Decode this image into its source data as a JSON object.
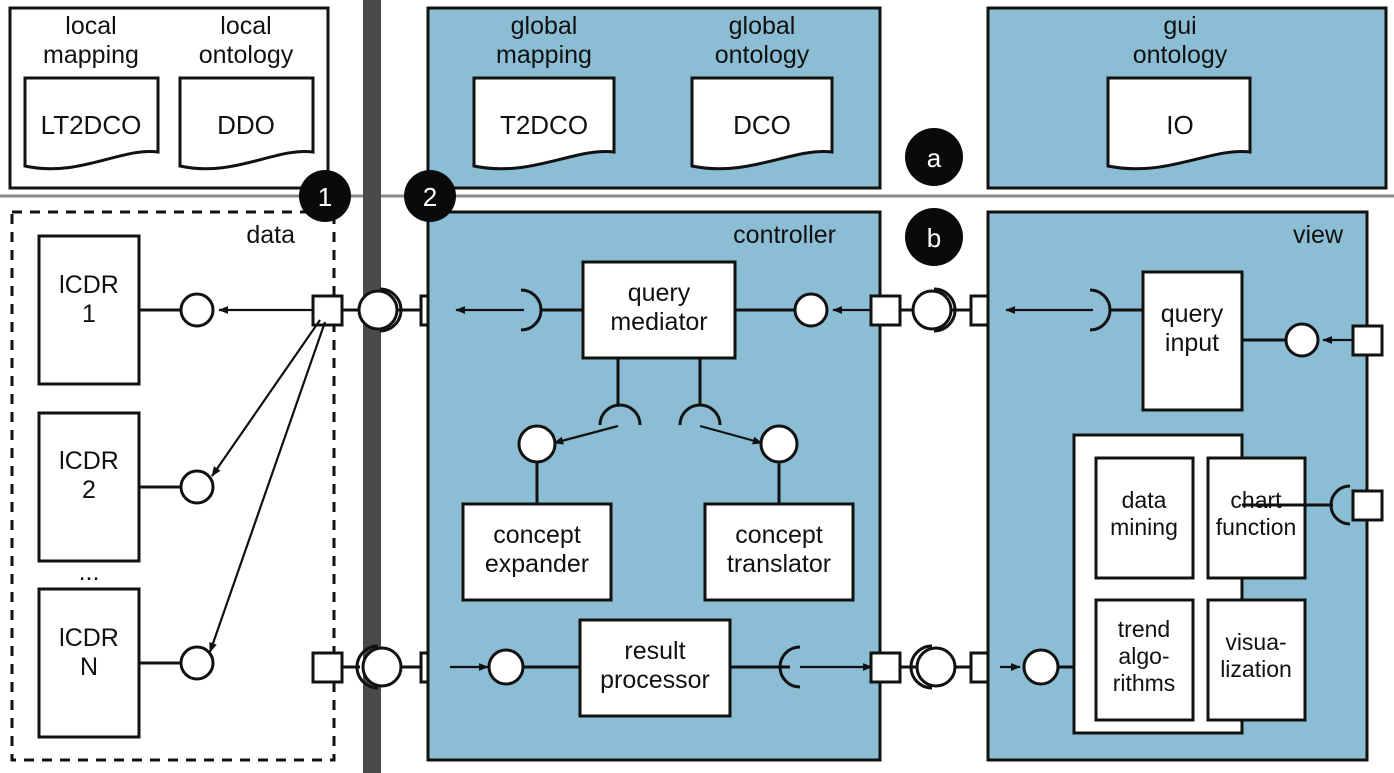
{
  "meta": {
    "title": "Ontology-based MVC system architecture diagram",
    "colors": {
      "panel_blue": "#8BBDD4",
      "spine_gray": "#4A4A4A",
      "divider_gray": "#888888",
      "stroke_black": "#111111",
      "box_white": "#FFFFFF",
      "badge_black": "#0A0A0A"
    }
  },
  "layer_badges": [
    {
      "label": "a",
      "name": "layer-badge-a"
    },
    {
      "label": "b",
      "name": "layer-badge-b"
    }
  ],
  "spine_badges": [
    {
      "label": "1",
      "name": "spine-badge-1"
    },
    {
      "label": "2",
      "name": "spine-badge-2"
    }
  ],
  "top_row": {
    "local_group": {
      "name": "local-group",
      "columns": [
        {
          "title_line1": "local",
          "title_line2": "mapping",
          "doc": "LT2DCO"
        },
        {
          "title_line1": "local",
          "title_line2": "ontology",
          "doc": "DDO"
        }
      ]
    },
    "global_group": {
      "name": "global-group",
      "columns": [
        {
          "title_line1": "global",
          "title_line2": "mapping",
          "doc": "T2DCO"
        },
        {
          "title_line1": "global",
          "title_line2": "ontology",
          "doc": "DCO"
        }
      ]
    },
    "gui_group": {
      "name": "gui-group",
      "columns": [
        {
          "title_line1": "gui",
          "title_line2": "ontology",
          "doc": "IO"
        }
      ]
    }
  },
  "bottom_row": {
    "data_panel": {
      "label": "data",
      "components": [
        {
          "line1": "lCDR",
          "line2": "1"
        },
        {
          "line1": "lCDR",
          "line2": "2"
        },
        {
          "line1": "lCDR",
          "line2": "N"
        }
      ],
      "ellipsis": "..."
    },
    "controller_panel": {
      "label": "controller",
      "components": [
        {
          "line1": "query",
          "line2": "mediator"
        },
        {
          "line1": "concept",
          "line2": "expander"
        },
        {
          "line1": "concept",
          "line2": "translator"
        },
        {
          "line1": "result",
          "line2": "processor"
        }
      ]
    },
    "view_panel": {
      "label": "view",
      "components": [
        {
          "line1": "query",
          "line2": "input"
        }
      ],
      "subcomponents": [
        {
          "line1": "data",
          "line2": "mining",
          "line3": ""
        },
        {
          "line1": "chart",
          "line2": "function",
          "line3": ""
        },
        {
          "line1": "trend",
          "line2": "algo-",
          "line3": "rithms"
        },
        {
          "line1": "visua-",
          "line2": "lization",
          "line3": ""
        }
      ]
    }
  }
}
